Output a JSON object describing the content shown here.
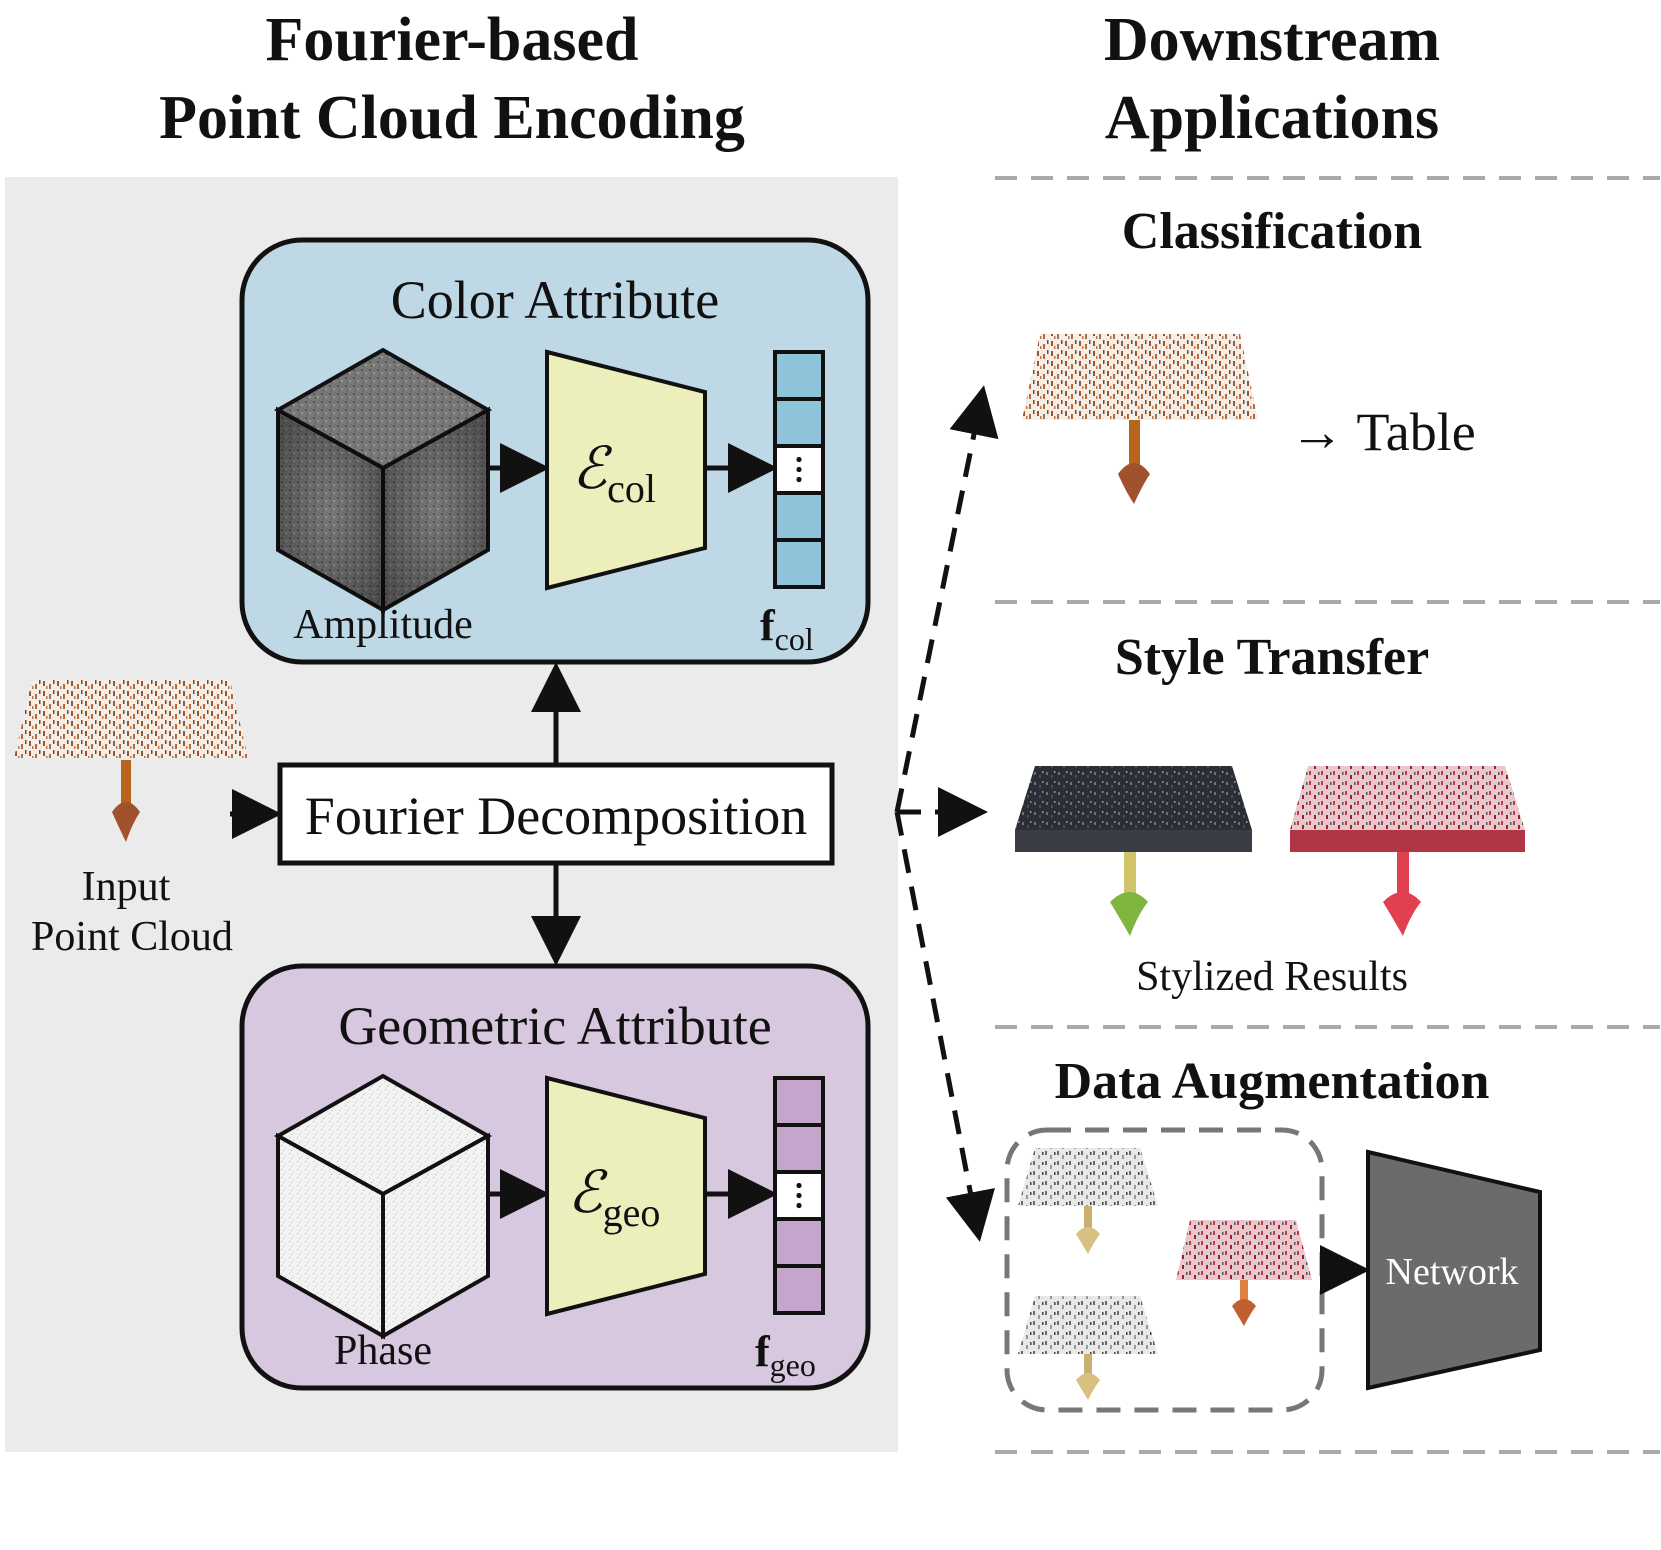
{
  "left_title": {
    "line1": "Fourier-based",
    "line2": "Point Cloud Encoding"
  },
  "right_title": {
    "line1": "Downstream",
    "line2": "Applications"
  },
  "color_box": {
    "title": "Color Attribute",
    "cube_label": "Amplitude",
    "encoder_main": "ℰ",
    "encoder_sub": "col",
    "feature_main": "f",
    "feature_sub": "col",
    "fill": "#bed8e5",
    "feature_fill": "#8ec3da"
  },
  "geo_box": {
    "title": "Geometric Attribute",
    "cube_label": "Phase",
    "encoder_main": "ℰ",
    "encoder_sub": "geo",
    "feature_main": "f",
    "feature_sub": "geo",
    "fill": "#d8c8df",
    "feature_fill": "#c4a6cc"
  },
  "fourier": {
    "label": "Fourier Decomposition"
  },
  "input": {
    "line1": "Input",
    "line2": "Point Cloud"
  },
  "classification": {
    "title": "Classification",
    "result": "→ Table"
  },
  "style_transfer": {
    "title": "Style Transfer",
    "caption": "Stylized Results"
  },
  "data_augmentation": {
    "title": "Data Augmentation",
    "network": "Network"
  },
  "colors": {
    "panel": "#ebebeb",
    "encoder": "#ecefbc",
    "network": "#6b6b6b",
    "dash": "#aaaaaa",
    "table_top": "#a0522d",
    "stem": "#b5651d",
    "style_dark": "#2b2e35",
    "style_red": "#c23a4a",
    "stem_yellow": "#d1c36a",
    "stem_green": "#7fb640",
    "stem_red": "#e04050"
  }
}
